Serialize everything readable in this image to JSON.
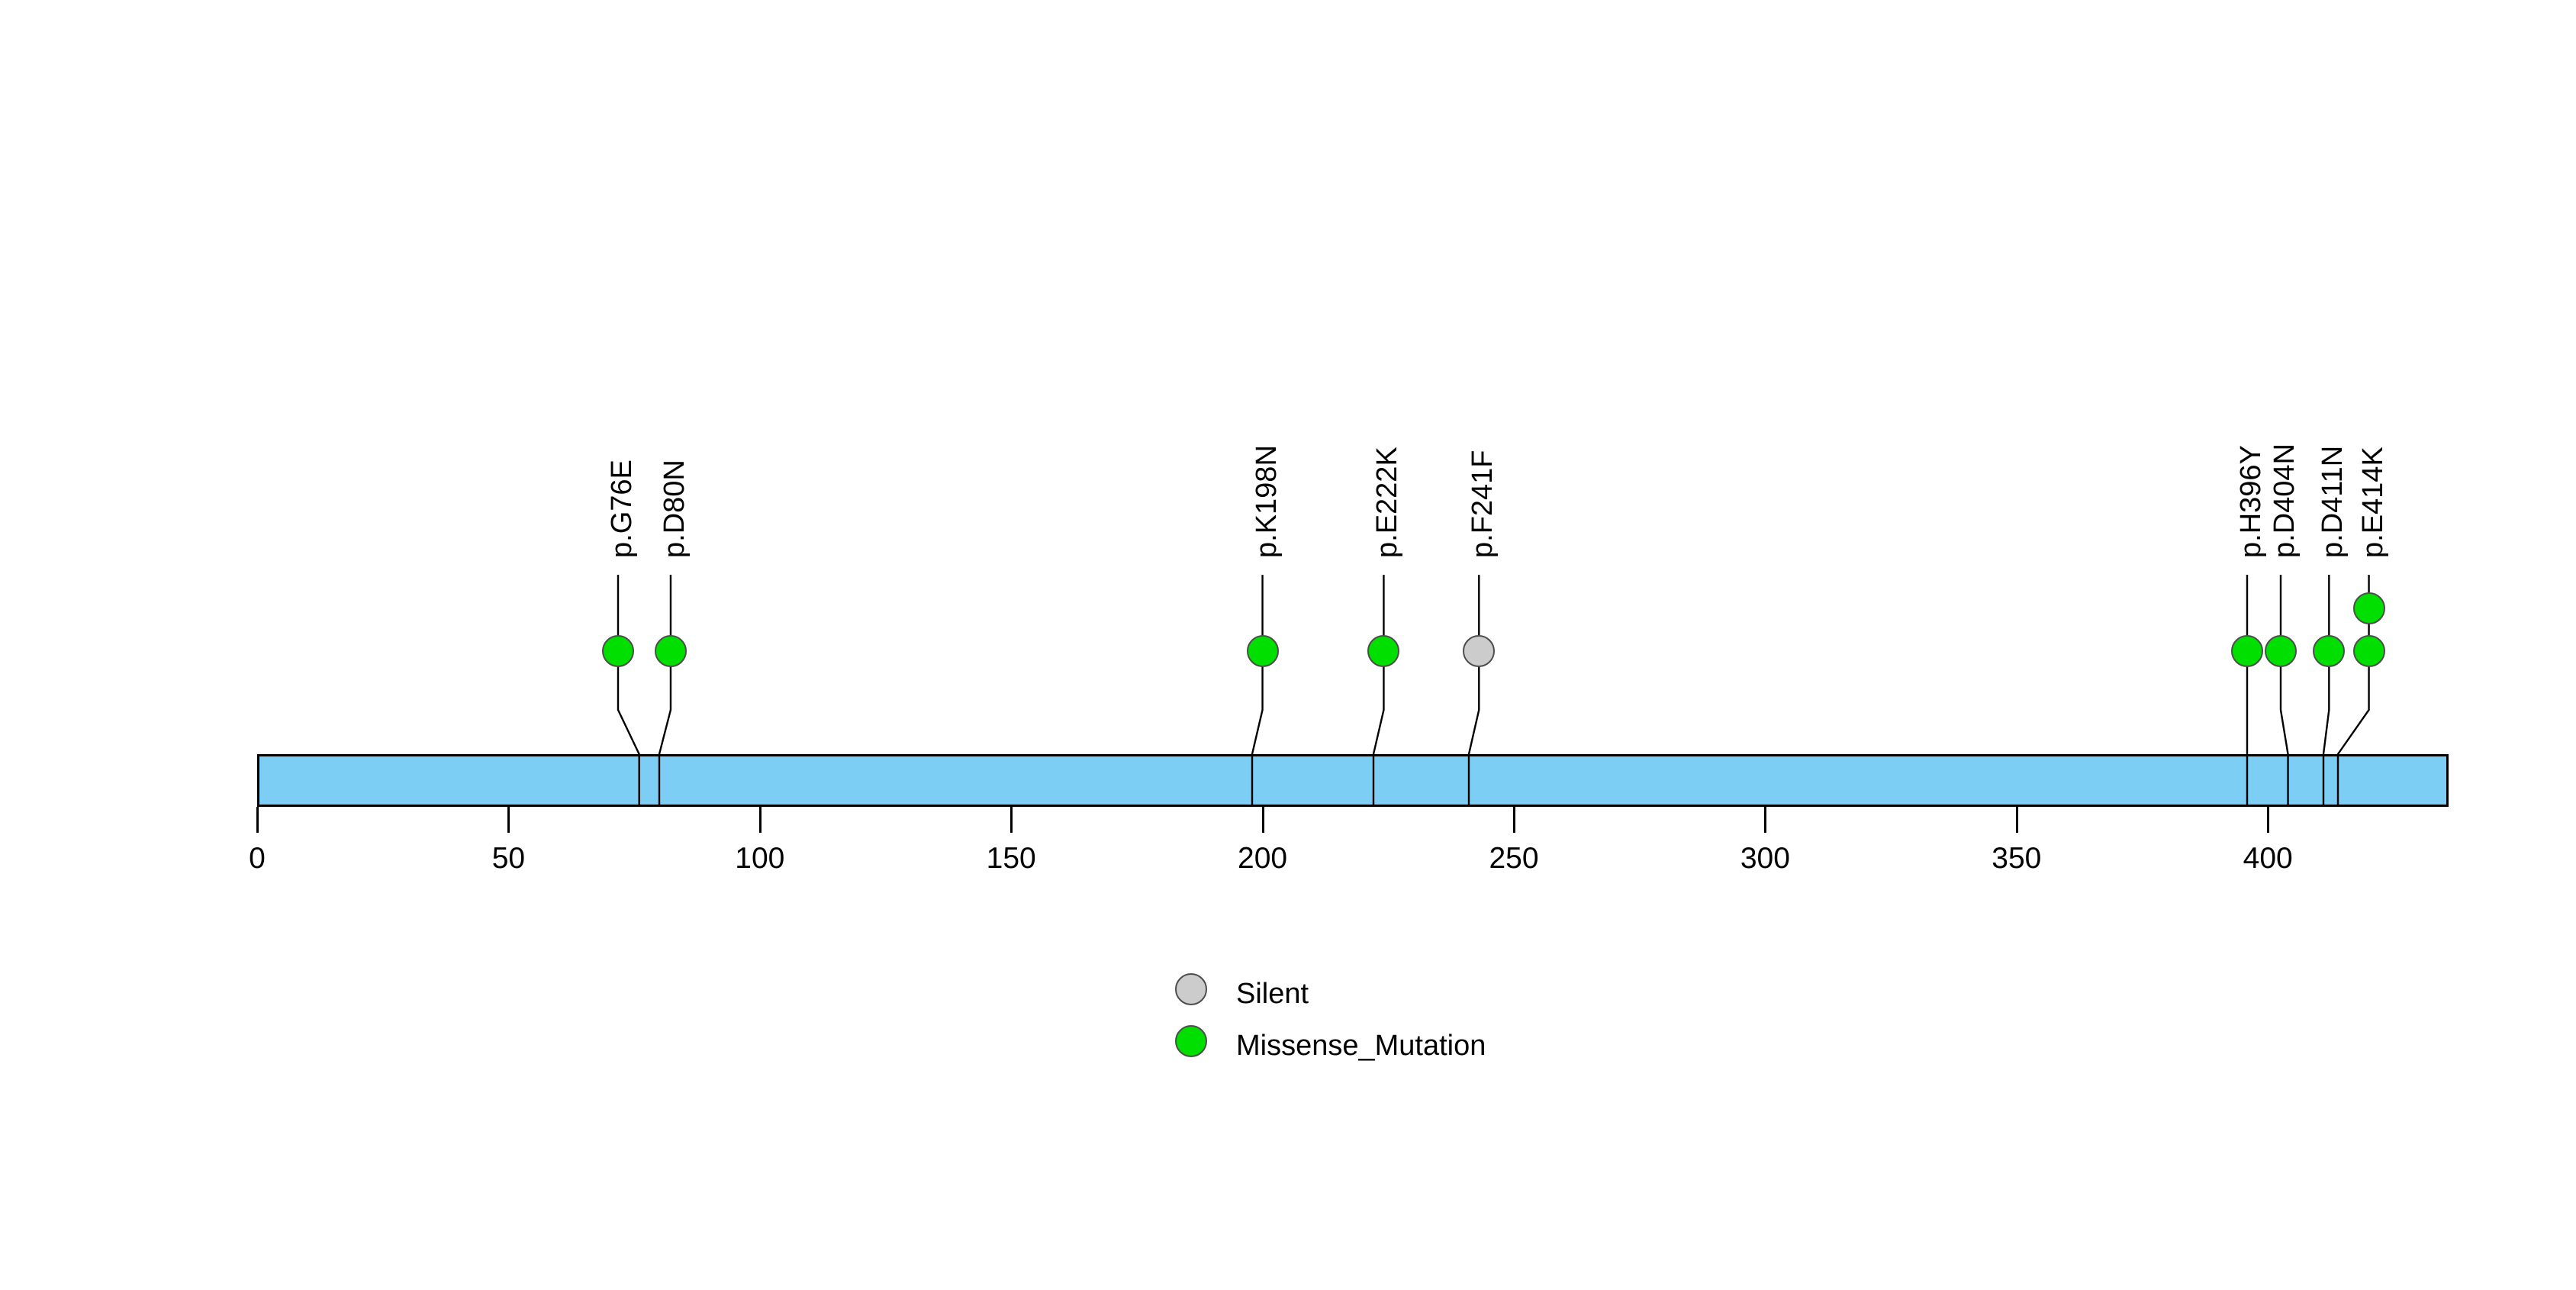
{
  "chart_data": {
    "type": "lollipop",
    "title": "",
    "xlabel": "",
    "ylabel": "",
    "protein": {
      "length": 436,
      "bar_color": "#7DCEF4",
      "bar_border_color": "#000000"
    },
    "axis": {
      "range": [
        0,
        436
      ],
      "ticks": [
        0,
        50,
        100,
        150,
        200,
        250,
        300,
        350,
        400
      ],
      "tick_labels": [
        "0",
        "50",
        "100",
        "150",
        "200",
        "250",
        "300",
        "350",
        "400"
      ],
      "grid": false
    },
    "categories": [
      "p.G76E",
      "p.D80N",
      "p.K198N",
      "p.E222K",
      "p.F241F",
      "p.H396Y",
      "p.D404N",
      "p.D411N",
      "p.E414K"
    ],
    "values": [
      1,
      1,
      1,
      1,
      1,
      1,
      1,
      1,
      2
    ],
    "positions": [
      76,
      80,
      198,
      222,
      241,
      396,
      404,
      411,
      414
    ],
    "types": [
      "Missense_Mutation",
      "Missense_Mutation",
      "Missense_Mutation",
      "Missense_Mutation",
      "Silent",
      "Missense_Mutation",
      "Missense_Mutation",
      "Missense_Mutation",
      "Missense_Mutation"
    ],
    "mutations": [
      {
        "label": "p.G76E",
        "position": 76,
        "count": 1,
        "type": "Missense_Mutation",
        "color": "#00DF00"
      },
      {
        "label": "p.D80N",
        "position": 80,
        "count": 1,
        "type": "Missense_Mutation",
        "color": "#00DF00"
      },
      {
        "label": "p.K198N",
        "position": 198,
        "count": 1,
        "type": "Missense_Mutation",
        "color": "#00DF00"
      },
      {
        "label": "p.E222K",
        "position": 222,
        "count": 1,
        "type": "Missense_Mutation",
        "color": "#00DF00"
      },
      {
        "label": "p.F241F",
        "position": 241,
        "count": 1,
        "type": "Silent",
        "color": "#CCCCCC"
      },
      {
        "label": "p.H396Y",
        "position": 396,
        "count": 1,
        "type": "Missense_Mutation",
        "color": "#00DF00"
      },
      {
        "label": "p.D404N",
        "position": 404,
        "count": 1,
        "type": "Missense_Mutation",
        "color": "#00DF00"
      },
      {
        "label": "p.D411N",
        "position": 411,
        "count": 1,
        "type": "Missense_Mutation",
        "color": "#00DF00"
      },
      {
        "label": "p.E414K",
        "position": 414,
        "count": 2,
        "type": "Missense_Mutation",
        "color": "#00DF00"
      }
    ],
    "legend": {
      "position": "bottom-center",
      "entries": [
        {
          "label": "Silent",
          "color": "#CCCCCC"
        },
        {
          "label": "Missense_Mutation",
          "color": "#00DF00"
        }
      ]
    }
  }
}
